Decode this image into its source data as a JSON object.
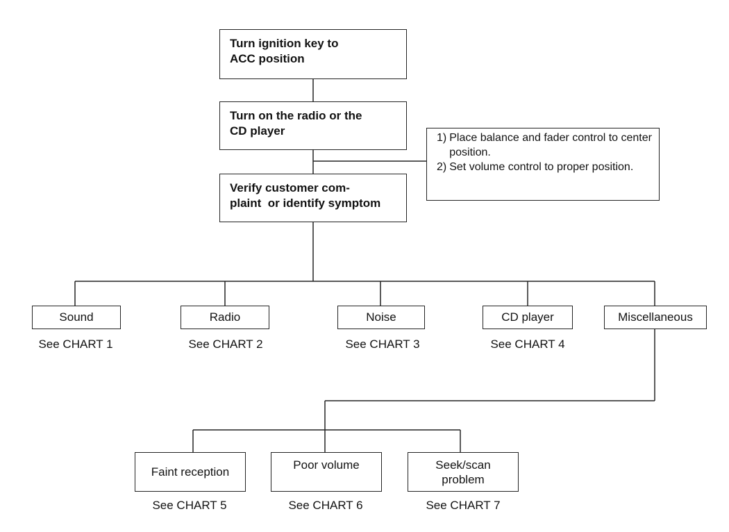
{
  "steps": {
    "ignition": [
      "Turn ignition key to",
      "ACC position"
    ],
    "radio_on": [
      "Turn on the radio or the",
      "CD player"
    ],
    "verify": [
      "Verify customer com-",
      "plaint  or identify symptom"
    ]
  },
  "note": [
    {
      "num": "1)",
      "text": "Place balance and fader control to center position."
    },
    {
      "num": "2)",
      "text": "Set volume control to proper position."
    }
  ],
  "categories": [
    {
      "label": "Sound",
      "see": "See CHART 1"
    },
    {
      "label": "Radio",
      "see": "See CHART 2"
    },
    {
      "label": "Noise",
      "see": "See CHART 3"
    },
    {
      "label": "CD player",
      "see": "See CHART 4"
    },
    {
      "label": "Miscellaneous",
      "see": ""
    }
  ],
  "misc_items": [
    {
      "lines": [
        "Faint reception"
      ],
      "see": "See CHART 5"
    },
    {
      "lines": [
        "Poor volume"
      ],
      "see": "See CHART 6"
    },
    {
      "lines": [
        "Seek/scan",
        "problem"
      ],
      "see": "See CHART 7"
    }
  ],
  "colors": {
    "line": "#222222",
    "text": "#111111"
  }
}
